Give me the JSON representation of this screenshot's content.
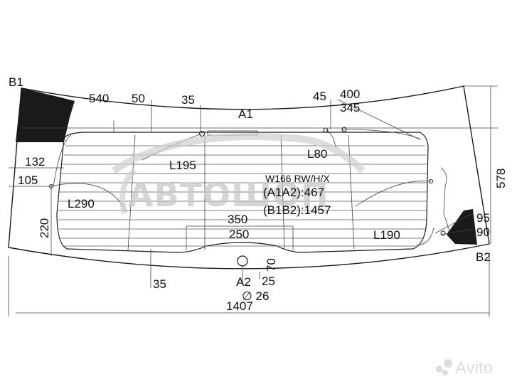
{
  "diagram": {
    "model_code": "W166 RW/H/X",
    "a1a2": "(A1A2):467",
    "b1b2": "(B1B2):1457",
    "points": {
      "a1": "A1",
      "a2": "A2",
      "b1": "B1",
      "b2": "B2"
    },
    "dimensions": {
      "d540": "540",
      "d50": "50",
      "d35_top": "35",
      "d45": "45",
      "d400": "400",
      "d345": "345",
      "d132": "132",
      "d105": "105",
      "d220": "220",
      "d578": "578",
      "d350": "350",
      "d250": "250",
      "d70": "70",
      "d25": "25",
      "d26": "∅ 26",
      "d35_bottom": "35",
      "d1407": "1407",
      "d95": "95",
      "d90": "90"
    },
    "lengths": {
      "l195": "L195",
      "l80": "L80",
      "l290": "L290",
      "l190": "L190"
    }
  },
  "watermark": {
    "brand": "АВТОШОП"
  },
  "avito": {
    "label": "Avito"
  },
  "colors": {
    "shading": "#1a1a1a",
    "line": "#1a1a1a",
    "watermark": "#c7c7c7"
  }
}
